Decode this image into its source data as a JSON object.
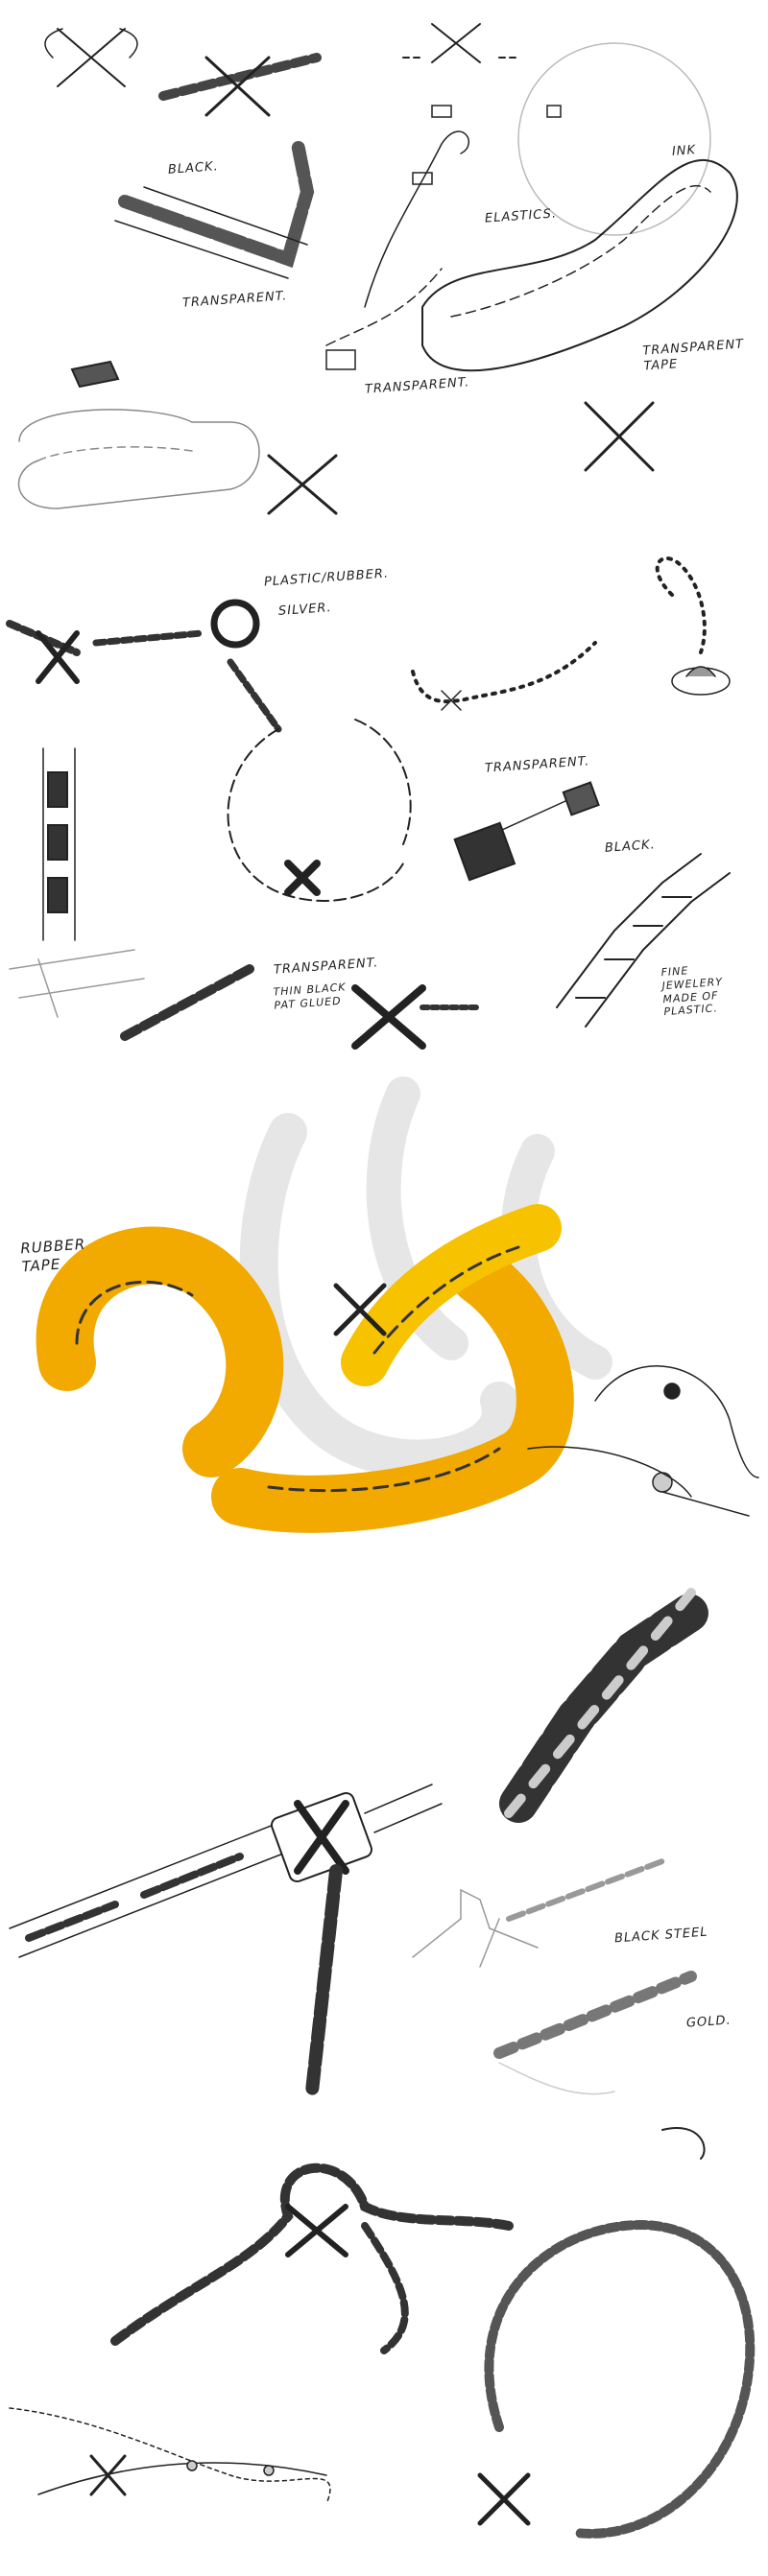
{
  "colors": {
    "ink": "#222222",
    "accent": "#f2a900",
    "shade": "#555555"
  },
  "annotations": {
    "black_1": "BLACK.",
    "transparent_1": "TRANSPARENT.",
    "elastics": "ELASTICS.",
    "ink": "INK",
    "transparent_tape": "TRANSPARENT\nTAPE",
    "transparent_2": "TRANSPARENT.",
    "plastic_rubber": "PLASTIC/RUBBER.",
    "silver": "SILVER.",
    "transparent_3": "TRANSPARENT.",
    "black_2": "BLACK.",
    "transparent_4": "TRANSPARENT.",
    "thin_black_pat": "THIN BLACK\nPAT GLUED",
    "fine_jewelry": "FINE\nJEWELERY\nMADE OF\nPLASTIC.",
    "rubber_tape": "RUBBER\nTAPE",
    "black_steel": "BLACK STEEL",
    "gold": "GOLD."
  }
}
